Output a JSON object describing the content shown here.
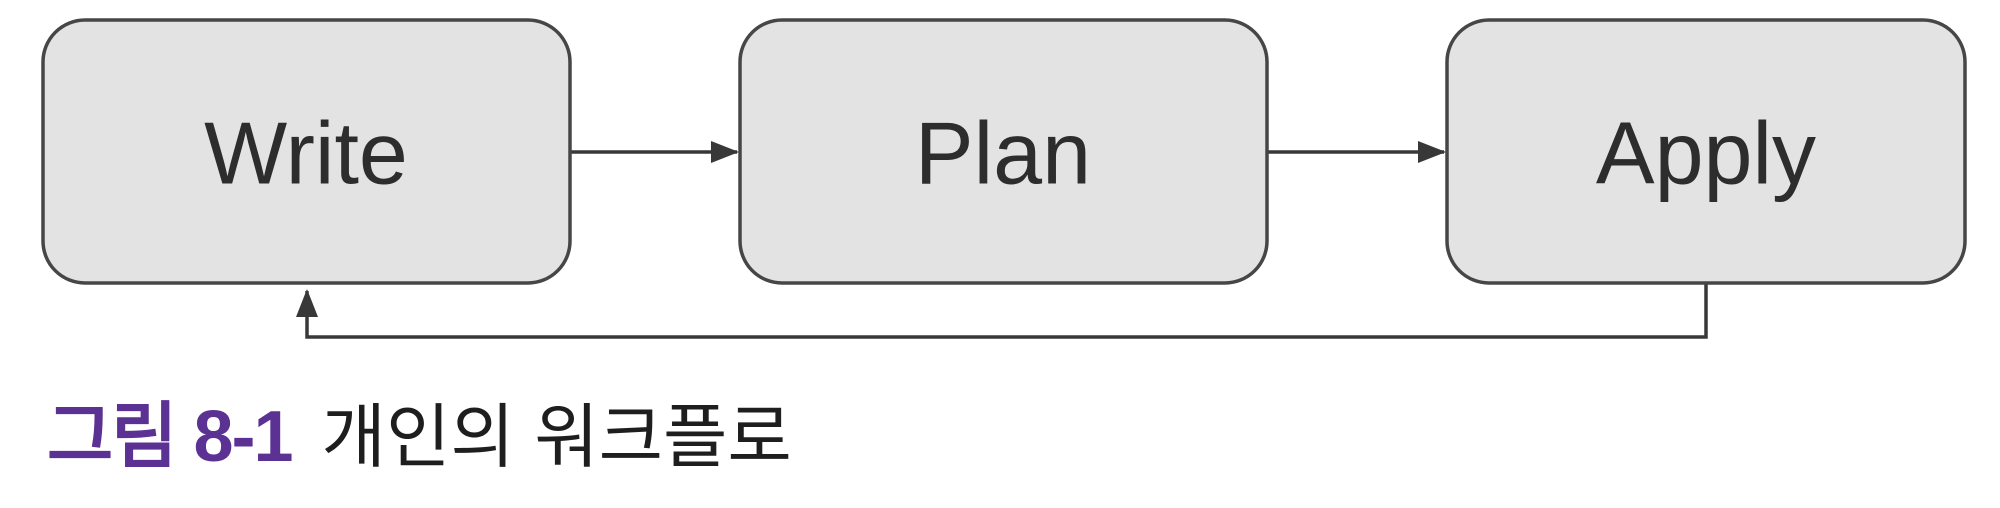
{
  "diagram": {
    "nodes": [
      {
        "id": "write",
        "label": "Write"
      },
      {
        "id": "plan",
        "label": "Plan"
      },
      {
        "id": "apply",
        "label": "Apply"
      }
    ],
    "edges": [
      {
        "from": "write",
        "to": "plan",
        "type": "forward"
      },
      {
        "from": "plan",
        "to": "apply",
        "type": "forward"
      },
      {
        "from": "apply",
        "to": "write",
        "type": "feedback"
      }
    ],
    "colors": {
      "node_fill": "#e3e3e3",
      "node_border": "#464646",
      "node_text": "#2d2d2d",
      "arrow": "#383838",
      "background": "#ffffff"
    }
  },
  "caption": {
    "figure_label": "그림 8-1",
    "figure_title": "개인의 워크플로",
    "label_color": "#5b3193",
    "title_color": "#1e1e1e"
  }
}
